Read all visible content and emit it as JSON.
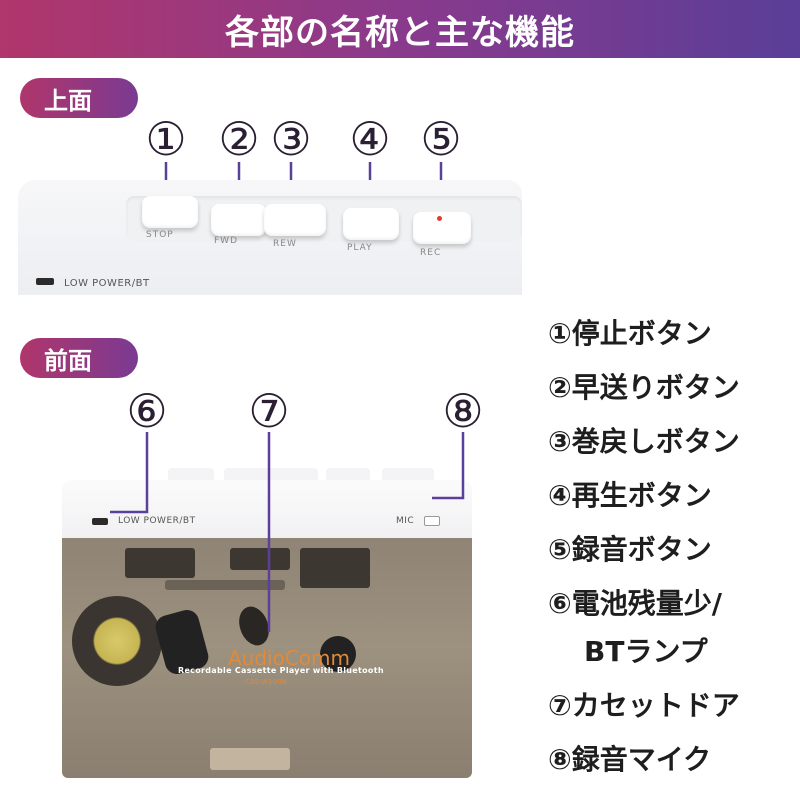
{
  "header": {
    "title": "各部の名称と主な機能"
  },
  "sections": {
    "top": {
      "label": "上面"
    },
    "front": {
      "label": "前面"
    }
  },
  "markers": {
    "m1": "①",
    "m2": "②",
    "m3": "③",
    "m4": "④",
    "m5": "⑤",
    "m6": "⑥",
    "m7": "⑦",
    "m8": "⑧"
  },
  "device_top": {
    "keys": {
      "stop": "STOP",
      "fwd": "FWD",
      "rew": "REW",
      "play": "PLAY",
      "rec": "REC"
    },
    "low_power_label": "LOW POWER/BT"
  },
  "device_front": {
    "low_power_label": "LOW POWER/BT",
    "mic_label": "MIC",
    "brand": "AudioComm",
    "subtitle": "Recordable Cassette Player with Bluetooth",
    "model": "CAS-W100N"
  },
  "legend": [
    "①停止ボタン",
    "②早送りボタン",
    "③巻戻しボタン",
    "④再生ボタン",
    "⑤録音ボタン",
    "⑥電池残量少/",
    "BTランプ",
    "⑦カセットドア",
    "⑧録音マイク"
  ],
  "colors": {
    "banner_start": "#b0366b",
    "banner_end": "#5a3e98",
    "leader_line": "#5b3f9a",
    "brand_orange": "#e08a3a"
  }
}
